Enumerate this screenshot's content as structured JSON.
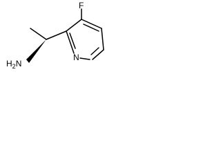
{
  "molecule": {
    "atoms": {
      "fluorine": "F",
      "ring_nitrogen": "N",
      "amine_main": "H",
      "amine_subscript": "2",
      "amine_tail": "N"
    },
    "stereo_bond": "bold-wedge",
    "colors": {
      "line": "#000000",
      "background": "#ffffff"
    }
  }
}
